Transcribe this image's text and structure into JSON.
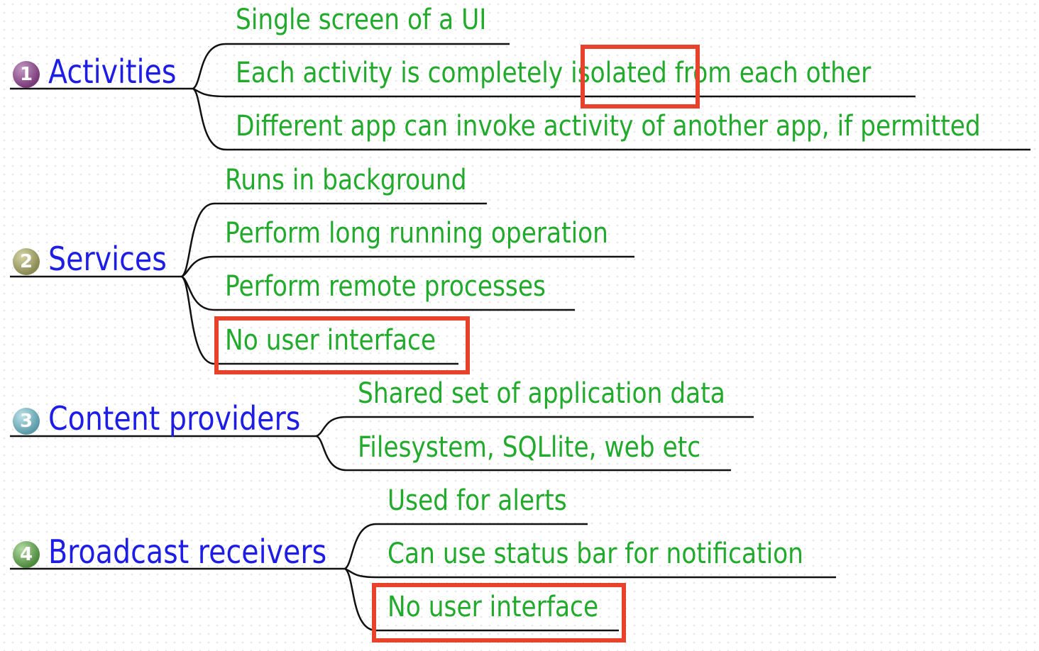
{
  "colors": {
    "topic_text": "#1d1de6",
    "leaf_text": "#22aa2c",
    "connector": "#111111",
    "highlight": "#e8412c",
    "badge_1": "#7a3a7a",
    "badge_2": "#8a8a55",
    "badge_3": "#5a9aa8",
    "badge_4": "#4e8a3e"
  },
  "topics": [
    {
      "number": "1",
      "label": "Activities",
      "children": [
        {
          "label": "Single screen of a UI"
        },
        {
          "label_before": "Each activity is completely ",
          "label_highlight": "isolated",
          "label_after": " from each other"
        },
        {
          "label": "Different app can invoke activity of another app, if permitted"
        }
      ]
    },
    {
      "number": "2",
      "label": "Services",
      "children": [
        {
          "label": "Runs in background"
        },
        {
          "label": "Perform long running operation"
        },
        {
          "label": "Perform remote processes"
        },
        {
          "label": "No user interface"
        }
      ]
    },
    {
      "number": "3",
      "label": "Content providers",
      "children": [
        {
          "label": "Shared set of application data"
        },
        {
          "label": "Filesystem, SQLlite, web etc"
        }
      ]
    },
    {
      "number": "4",
      "label": "Broadcast receivers",
      "children": [
        {
          "label": "Used for alerts"
        },
        {
          "label": "Can use status bar for notification"
        },
        {
          "label": "No user interface"
        }
      ]
    }
  ]
}
